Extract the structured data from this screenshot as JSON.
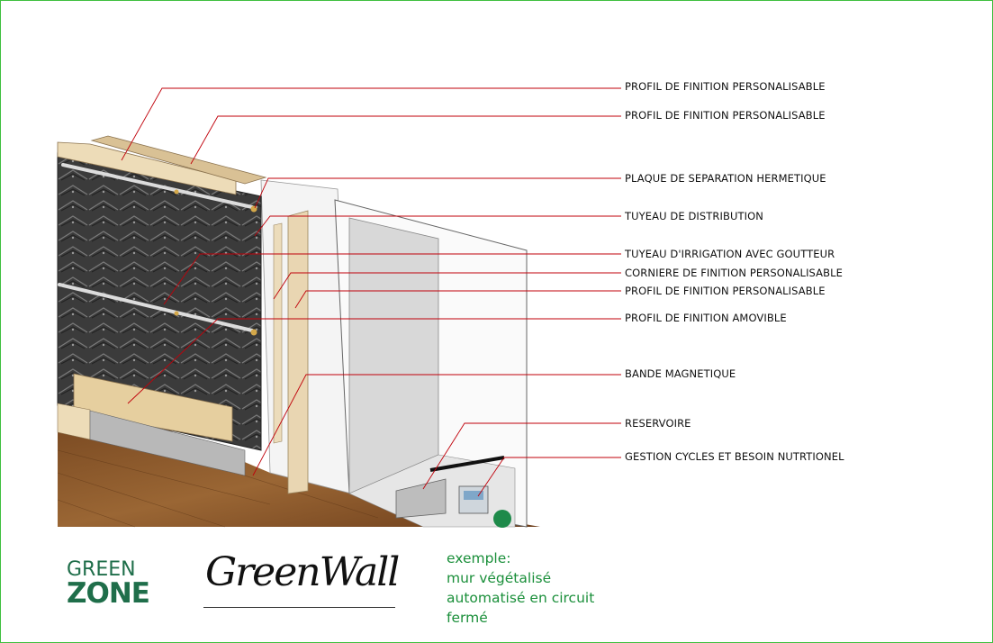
{
  "callouts": [
    {
      "id": "c1",
      "text": "PROFIL DE FINITION PERSONALISABLE"
    },
    {
      "id": "c2",
      "text": "PROFIL  DE FINITION PERSONALISABLE"
    },
    {
      "id": "c3",
      "text": "PLAQUE DE SEPARATION HERMETIQUE"
    },
    {
      "id": "c4",
      "text": "TUYEAU DE DISTRIBUTION"
    },
    {
      "id": "c5",
      "text": "TUYEAU D'IRRIGATION AVEC GOUTTEUR"
    },
    {
      "id": "c6",
      "text": "CORNIERE DE FINITION PERSONALISABLE"
    },
    {
      "id": "c7",
      "text": "PROFIL DE FINITION PERSONALISABLE"
    },
    {
      "id": "c8",
      "text": "PROFIL DE FINITION AMOVIBLE"
    },
    {
      "id": "c9",
      "text": "BANDE MAGNETIQUE"
    },
    {
      "id": "c10",
      "text": "RESERVOIRE"
    },
    {
      "id": "c11",
      "text": "GESTION CYCLES ET BESOIN NUTRTIONEL"
    }
  ],
  "logo": {
    "line1": "GREEN",
    "line2": "ZONE"
  },
  "brand": "GreenWall",
  "caption": [
    "exemple:",
    "mur végétalisé",
    "automatisé en circuit",
    "fermé"
  ],
  "colors": {
    "leader": "#c0000a",
    "frame": "#3fbf3f",
    "logo": "#1f6e4a",
    "caption": "#1a8f3a",
    "wood": "#e8d3ad",
    "floor": "#8a5a2e",
    "panel": "#3a3a3a"
  }
}
